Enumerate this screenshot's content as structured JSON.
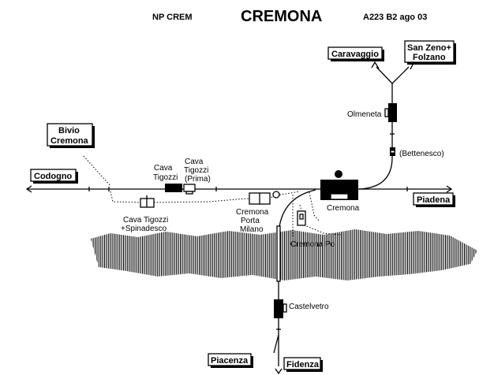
{
  "header": {
    "left": "NP CREM",
    "title": "CREMONA",
    "right": "A223 B2 ago 03"
  },
  "destinations": {
    "codogno": "Codogno",
    "bivio_line1": "Bivio",
    "bivio_line2": "Cremona",
    "caravaggio": "Caravaggio",
    "sanzeno_line1": "San Zeno+",
    "sanzeno_line2": "Folzano",
    "piadena": "Piadena",
    "piacenza": "Piacenza",
    "fidenza": "Fidenza"
  },
  "stations": {
    "cava_tigozzi_line1": "Cava",
    "cava_tigozzi_line2": "Tigozzi",
    "cava_prima_line1": "Cava",
    "cava_prima_line2": "Tigozzi",
    "cava_prima_line3": "(Prima)",
    "spinadesco_line1": "Cava Tigozzi",
    "spinadesco_line2": "+Spinadesco",
    "porta_line1": "Cremona",
    "porta_line2": "Porta",
    "porta_line3": "Milano",
    "cremona": "Cremona",
    "cremona_po": "Cremona Po",
    "olmeneta": "Olmeneta",
    "bettenesco": "(Bettenesco)",
    "castelvetro": "Castelvetro"
  },
  "colors": {
    "line": "#000000",
    "background": "#ffffff",
    "river": "#000000"
  }
}
